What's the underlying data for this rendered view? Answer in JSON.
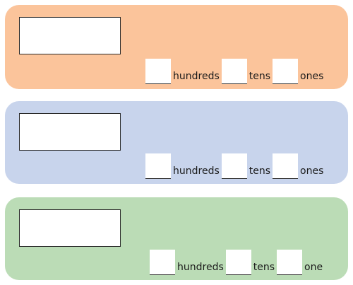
{
  "colors": {
    "card_1": "#fbc49b",
    "card_2": "#c8d4ec",
    "card_3": "#bbdcb6"
  },
  "cards": [
    {
      "number_value": "",
      "digits": {
        "hundreds": "",
        "tens": "",
        "ones": ""
      },
      "labels": {
        "hundreds": "hundreds",
        "tens": "tens",
        "ones": "ones"
      }
    },
    {
      "number_value": "",
      "digits": {
        "hundreds": "",
        "tens": "",
        "ones": ""
      },
      "labels": {
        "hundreds": "hundreds",
        "tens": "tens",
        "ones": "ones"
      }
    },
    {
      "number_value": "",
      "digits": {
        "hundreds": "",
        "tens": "",
        "ones": ""
      },
      "labels": {
        "hundreds": "hundreds",
        "tens": "tens",
        "ones": "one"
      }
    }
  ]
}
